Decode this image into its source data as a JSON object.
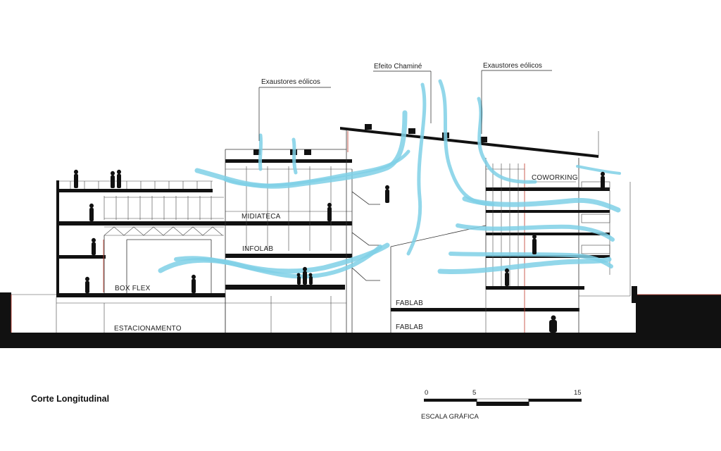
{
  "drawing": {
    "title": "Corte Longitudinal",
    "floor_labels": {
      "coworking": "COWORKING",
      "midiateca": "MIDIATECA",
      "infolab": "INFOLAB",
      "box_flex": "BOX FLEX",
      "estacionamento": "ESTACIONAMENTO",
      "fablab_upper": "FABLAB",
      "fablab_lower": "FABLAB"
    },
    "annotations": {
      "exaustores_left": "Exaustores eólicos",
      "efeito_chamine": "Efeito Chaminé",
      "exaustores_right": "Exaustores eólicos"
    },
    "scale_bar": {
      "label": "ESCALA GRÁFICA",
      "ticks": [
        "0",
        "5",
        "15"
      ]
    },
    "colors": {
      "airflow": "#7fd0e6",
      "structure": "#111111",
      "accent_line": "#c0392b"
    }
  }
}
